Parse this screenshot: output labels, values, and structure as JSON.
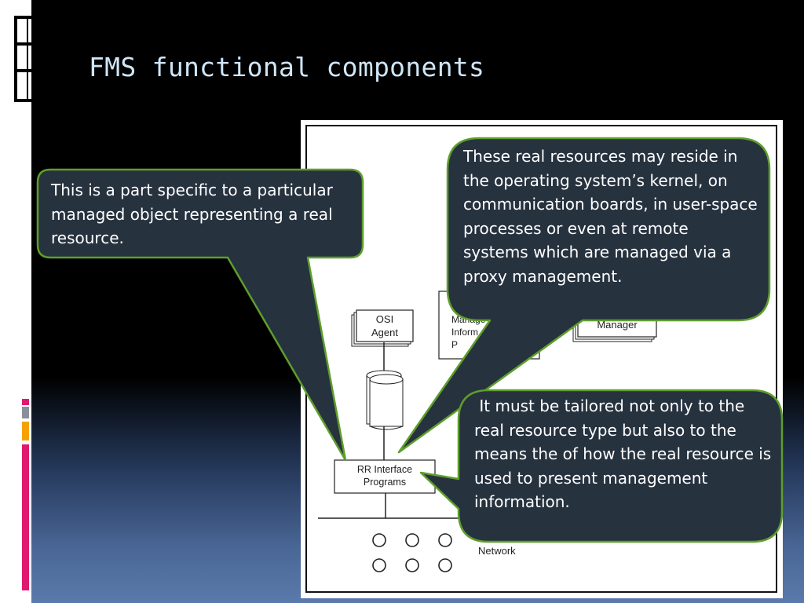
{
  "slide": {
    "title": "FMS functional components"
  },
  "figure": {
    "osi_agent_label": "OSI\nAgent",
    "partial_left_box_label": "Manage\nInform\nP",
    "manager_label": "Manager",
    "rr_interface_label": "RR Interface\nPrograms",
    "network_label": "Network"
  },
  "callouts": {
    "left": "This is a part specific to a particular managed object representing a real resource.",
    "top_right": "These real resources may reside in the operating system’s kernel, on communication boards, in user-space processes or even at remote systems which are managed via a proxy management.",
    "bottom_right": " It must be tailored not only to the real resource type but also to the means the of how the real resource is used to present management information."
  },
  "colors": {
    "background": "#000000",
    "title": "#cfe6f7",
    "callout_fill": "#27323f",
    "callout_border": "#5e9e2c",
    "accent_pink": "#e0186f",
    "accent_orange": "#f5a200",
    "accent_gray": "#8a9099"
  }
}
